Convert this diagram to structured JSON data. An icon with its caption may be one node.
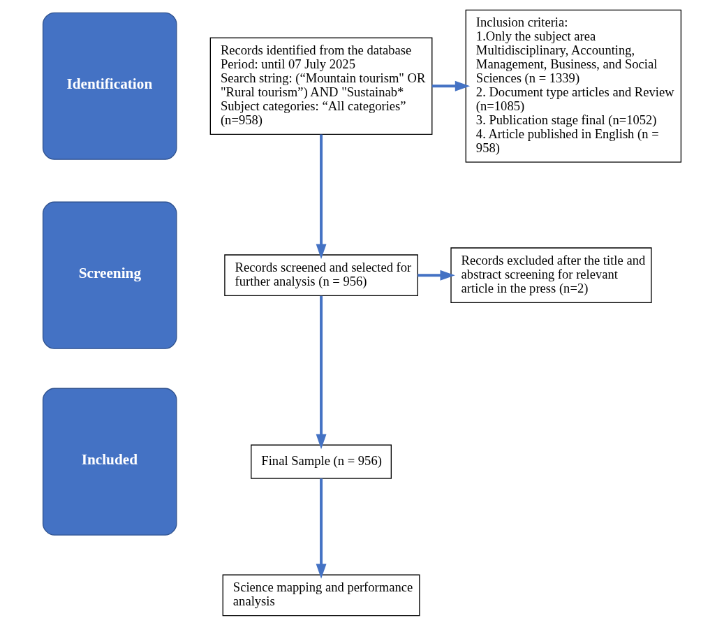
{
  "diagram": {
    "nodes": [
      {
        "text": [
          "Identification"
        ]
      },
      {
        "text": [
          "Records identified from the database",
          "Period: until 07 July 2025",
          "Search string: (“Mountain tourism\" OR \"Rural tourism”) AND \"Sustainab*",
          "Subject categories: “All categories” (n=958)"
        ]
      },
      {
        "text": [
          "Inclusion criteria:",
          "1.Only the subject area Multidisciplinary, Accounting, Management, Business, and Social Sciences (n = 1339)",
          "2. Document type articles and Review (n=1085)",
          "3. Publication stage final (n=1052)",
          "4. Article published in English (n = 958)"
        ]
      },
      {
        "text": [
          "Screening"
        ]
      },
      {
        "text": [
          "Records screened and selected for further analysis (n = 956)"
        ]
      },
      {
        "text": [
          "Records excluded after the title and abstract screening for relevant article in the press (n=2)"
        ]
      },
      {
        "text": [
          "Included"
        ]
      },
      {
        "text": [
          "Final Sample (n = 956)"
        ]
      },
      {
        "text": [
          "Science mapping and performance analysis"
        ]
      }
    ],
    "edges": [
      {
        "from": 1,
        "to": 2,
        "arrow": "to"
      },
      {
        "from": 1,
        "to": 4,
        "arrow": "to"
      },
      {
        "from": 4,
        "to": 5,
        "arrow": "to"
      },
      {
        "from": 4,
        "to": 7,
        "arrow": "to"
      },
      {
        "from": 7,
        "to": 8,
        "arrow": "to"
      }
    ]
  }
}
